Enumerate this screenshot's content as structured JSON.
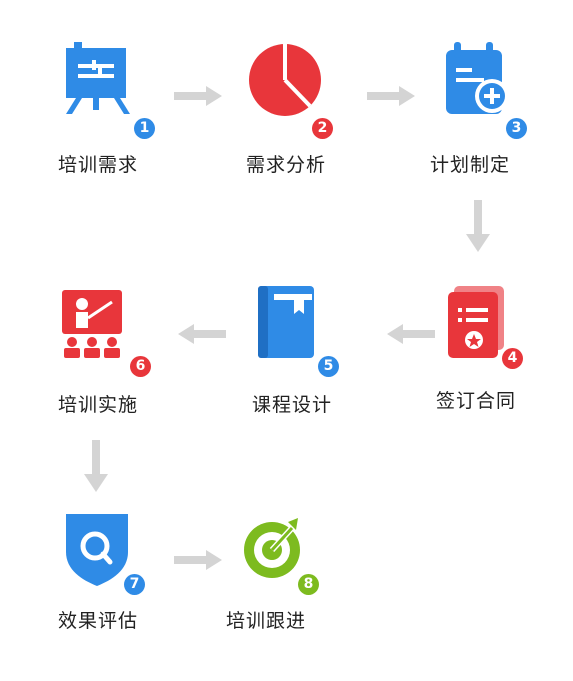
{
  "colors": {
    "blue": "#2f8be6",
    "red": "#e8363b",
    "green": "#7dbb1f",
    "arrow": "#d4d4d4"
  },
  "steps": [
    {
      "label": "培训需求",
      "number": "1",
      "icon": "training-board-icon",
      "badge_color": "blue"
    },
    {
      "label": "需求分析",
      "number": "2",
      "icon": "pie-chart-icon",
      "badge_color": "red"
    },
    {
      "label": "计划制定",
      "number": "3",
      "icon": "calendar-add-icon",
      "badge_color": "blue"
    },
    {
      "label": "签订合同",
      "number": "4",
      "icon": "contract-icon",
      "badge_color": "red"
    },
    {
      "label": "课程设计",
      "number": "5",
      "icon": "book-icon",
      "badge_color": "blue"
    },
    {
      "label": "培训实施",
      "number": "6",
      "icon": "classroom-icon",
      "badge_color": "red"
    },
    {
      "label": "效果评估",
      "number": "7",
      "icon": "shield-search-icon",
      "badge_color": "blue"
    },
    {
      "label": "培训跟进",
      "number": "8",
      "icon": "target-icon",
      "badge_color": "green"
    }
  ]
}
